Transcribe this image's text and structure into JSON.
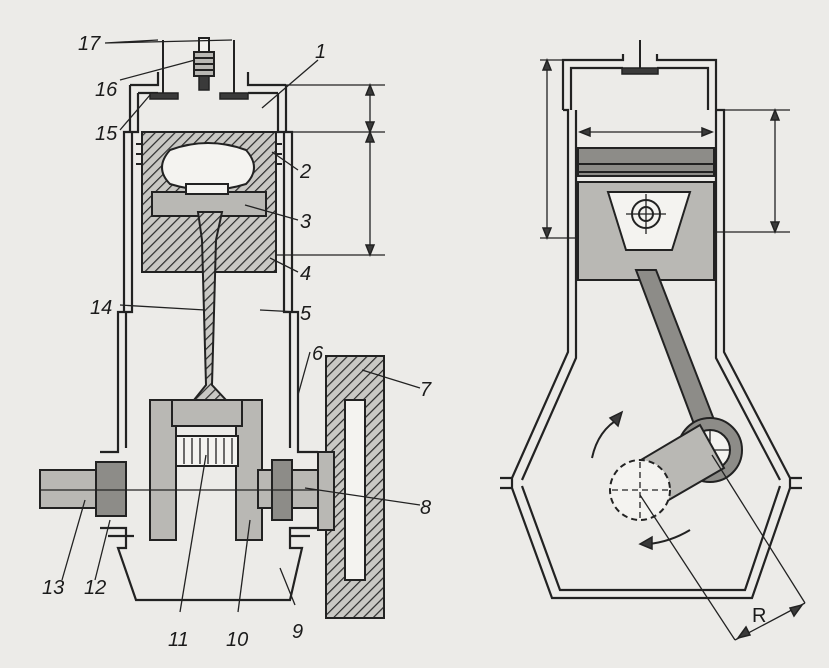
{
  "labels": {
    "n1": "1",
    "n2": "2",
    "n3": "3",
    "n4": "4",
    "n5": "5",
    "n6": "6",
    "n7": "7",
    "n8": "8",
    "n9": "9",
    "n10": "10",
    "n11": "11",
    "n12": "12",
    "n13": "13",
    "n14": "14",
    "n15": "15",
    "n16": "16",
    "n17": "17",
    "radius": "R"
  },
  "colors": {
    "background": "#ecebe8",
    "ink": "#222222",
    "part_fill": "#b9b8b4"
  }
}
